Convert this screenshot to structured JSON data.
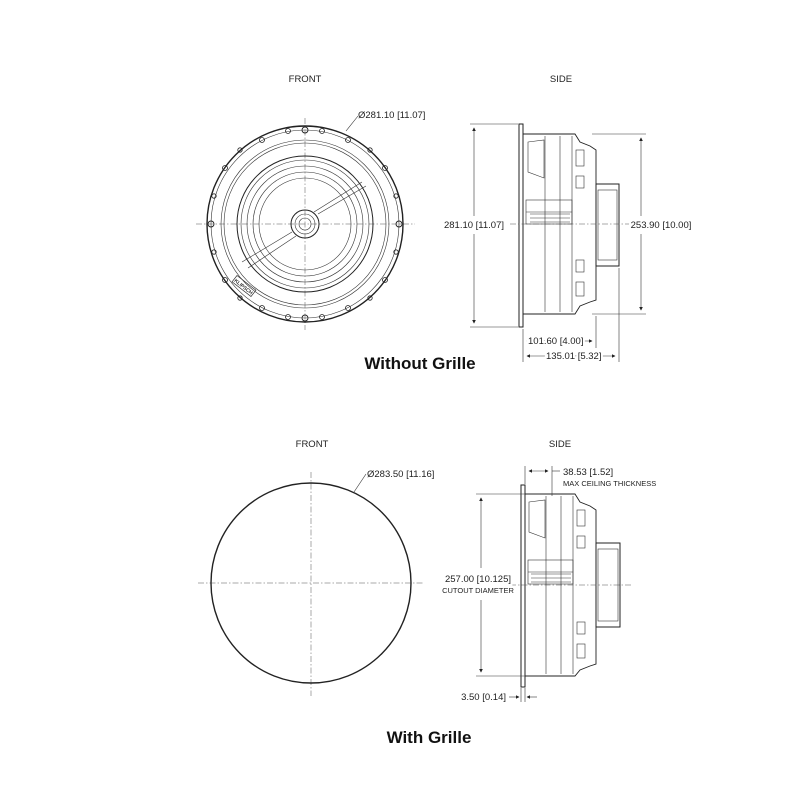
{
  "top": {
    "front_label": "FRONT",
    "side_label": "SIDE",
    "diameter": "Ø281.10 [11.07]",
    "height": "281.10 [11.07]",
    "side_height": "253.90 [10.00]",
    "depth_inner": "101.60 [4.00]",
    "depth_total": "135.01 [5.32]",
    "caption": "Without Grille",
    "logo_text": "KLIPSCH"
  },
  "bottom": {
    "front_label": "FRONT",
    "side_label": "SIDE",
    "diameter": "Ø283.50 [11.16]",
    "ceiling_thickness": "38.53 [1.52]",
    "ceiling_thickness_note": "MAX CEILING THICKNESS",
    "cutout": "257.00 [10.125]",
    "cutout_note": "CUTOUT DIAMETER",
    "flange": "3.50 [0.14]",
    "caption": "With Grille"
  }
}
